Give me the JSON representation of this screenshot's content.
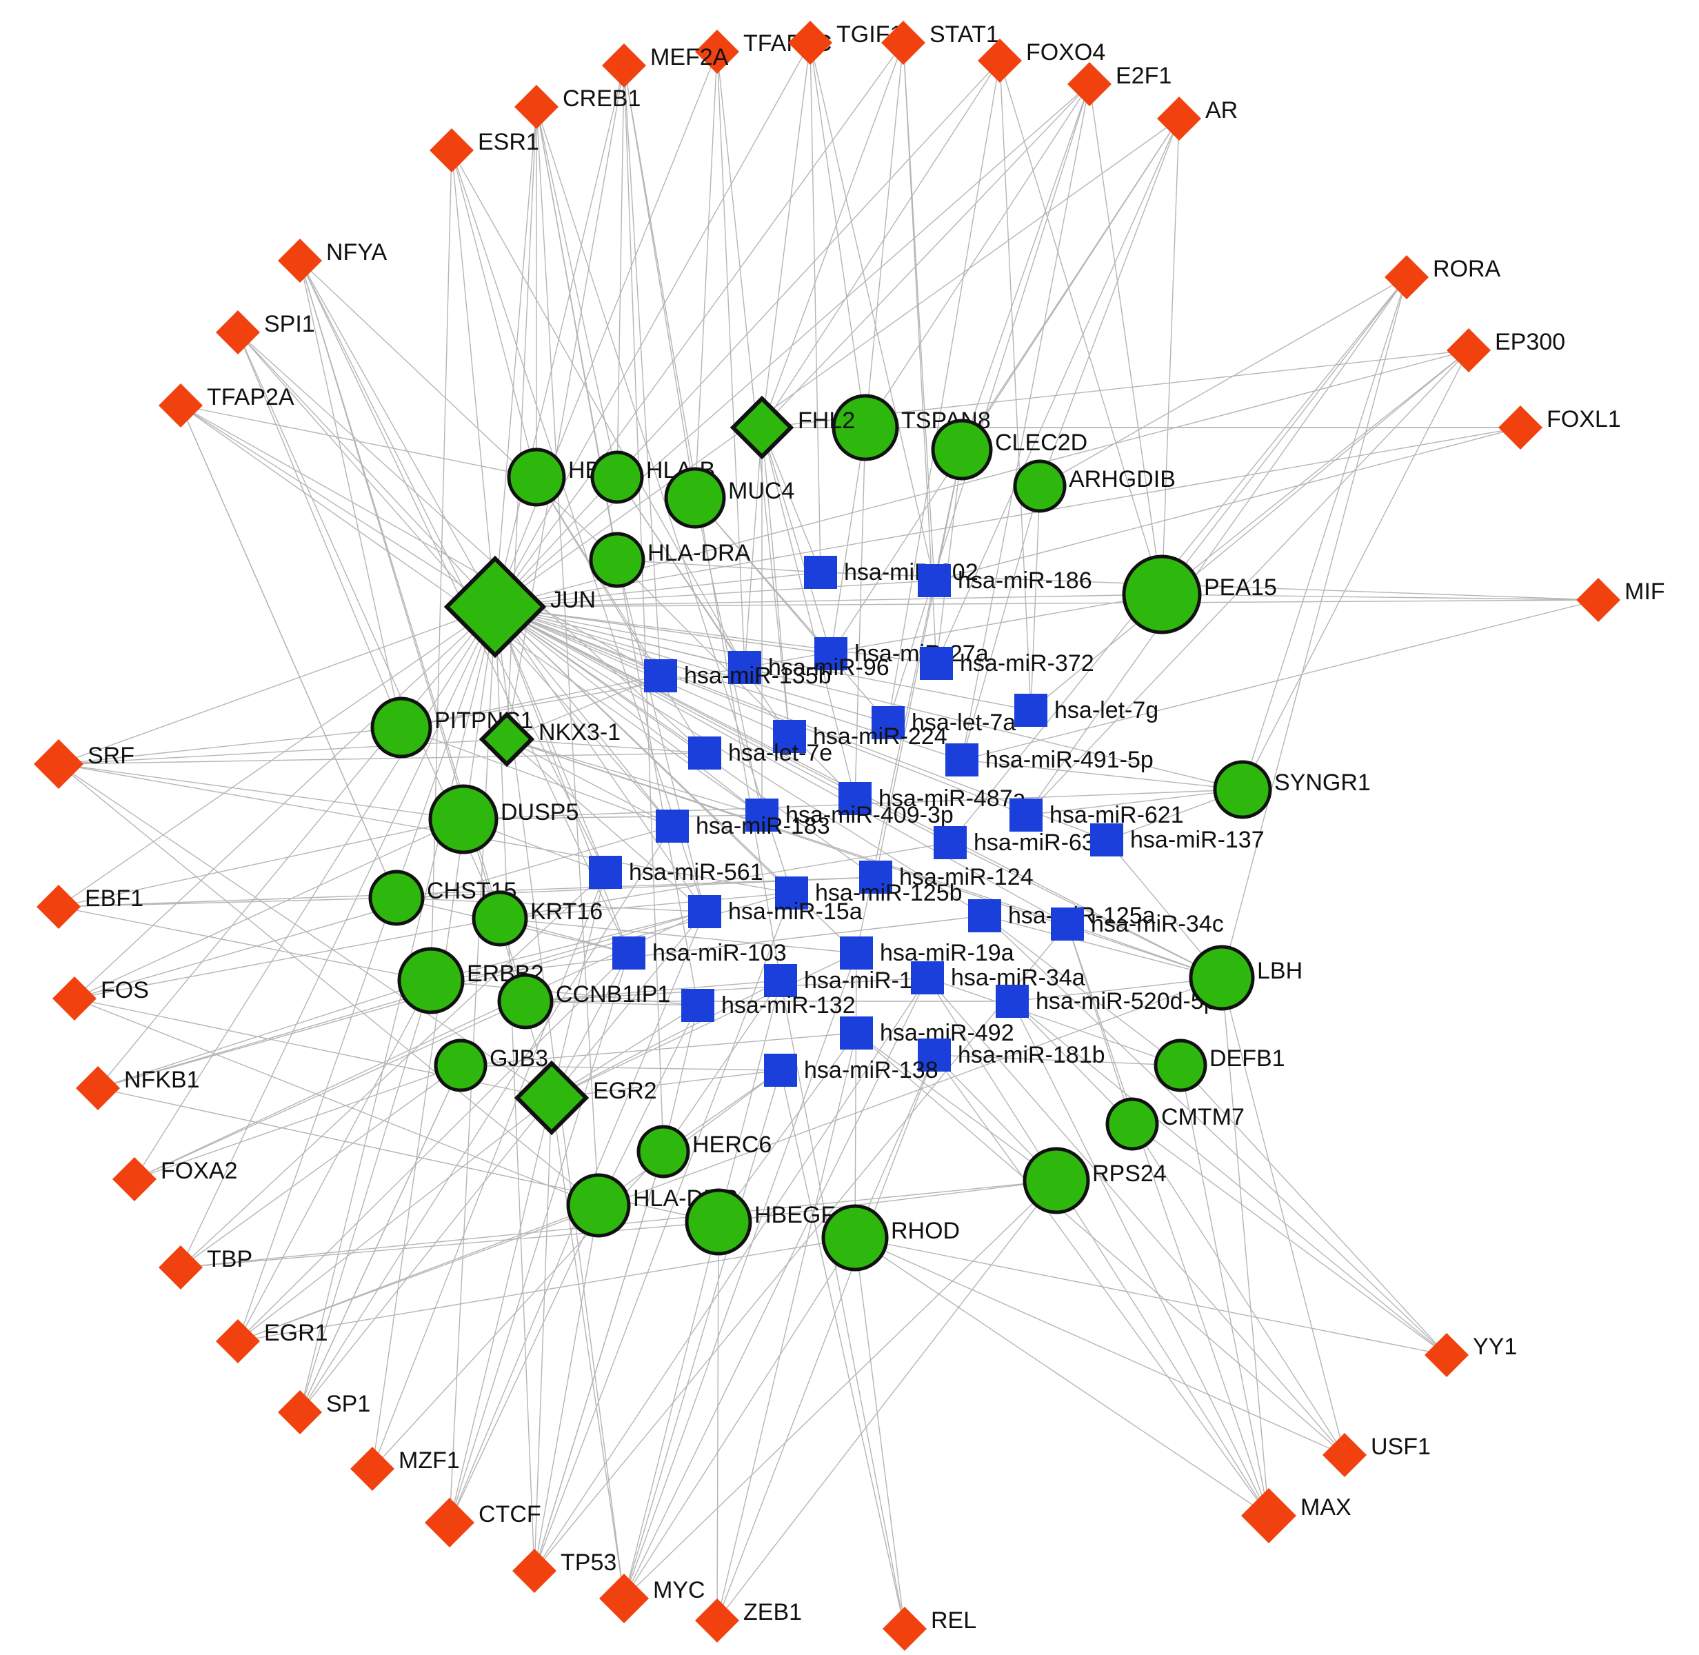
{
  "network": {
    "transcription_factors": [
      "TFAP2C",
      "TGIF1",
      "STAT1",
      "FOXO4",
      "E2F1",
      "AR",
      "MEF2A",
      "CREB1",
      "ESR1",
      "NFYA",
      "SPI1",
      "TFAP2A",
      "RORA",
      "EP300",
      "FOXL1",
      "MIF",
      "SRF",
      "EBF1",
      "FOS",
      "NFKB1",
      "FOXA2",
      "TBP",
      "EGR1",
      "SP1",
      "MZF1",
      "CTCF",
      "TP53",
      "MYC",
      "ZEB1",
      "REL",
      "MAX",
      "USF1",
      "YY1"
    ],
    "hub_transcription_factors": [
      "JUN",
      "FHL2",
      "NKX3-1",
      "EGR2"
    ],
    "genes": [
      "TSPAN8",
      "CLEC2D",
      "HBA2",
      "HLA-B",
      "MUC4",
      "ARHGDIB",
      "HLA-DRA",
      "PEA15",
      "PITPNC1",
      "DUSP5",
      "SYNGR1",
      "CHST15",
      "KRT16",
      "ERBB2",
      "CCNB1IP1",
      "LBH",
      "GJB3",
      "DEFB1",
      "CMTM7",
      "HERC6",
      "RPS24",
      "HLA-DMB",
      "HBEGF",
      "RHOD"
    ],
    "mirnas": [
      "hsa-miR-202",
      "hsa-miR-186",
      "hsa-miR-27a",
      "hsa-miR-96",
      "hsa-miR-372",
      "hsa-miR-135b",
      "hsa-let-7g",
      "hsa-let-7a",
      "hsa-miR-224",
      "hsa-let-7e",
      "hsa-miR-491-5p",
      "hsa-miR-487a",
      "hsa-miR-409-3p",
      "hsa-miR-621",
      "hsa-miR-183",
      "hsa-miR-635",
      "hsa-miR-137",
      "hsa-miR-561",
      "hsa-miR-124",
      "hsa-miR-125b",
      "hsa-miR-15a",
      "hsa-miR-125a",
      "hsa-miR-34c",
      "hsa-miR-103",
      "hsa-miR-19a",
      "hsa-miR-153",
      "hsa-miR-34a",
      "hsa-miR-132",
      "hsa-miR-520d-5p",
      "hsa-miR-492",
      "hsa-miR-181b",
      "hsa-miR-138"
    ]
  }
}
